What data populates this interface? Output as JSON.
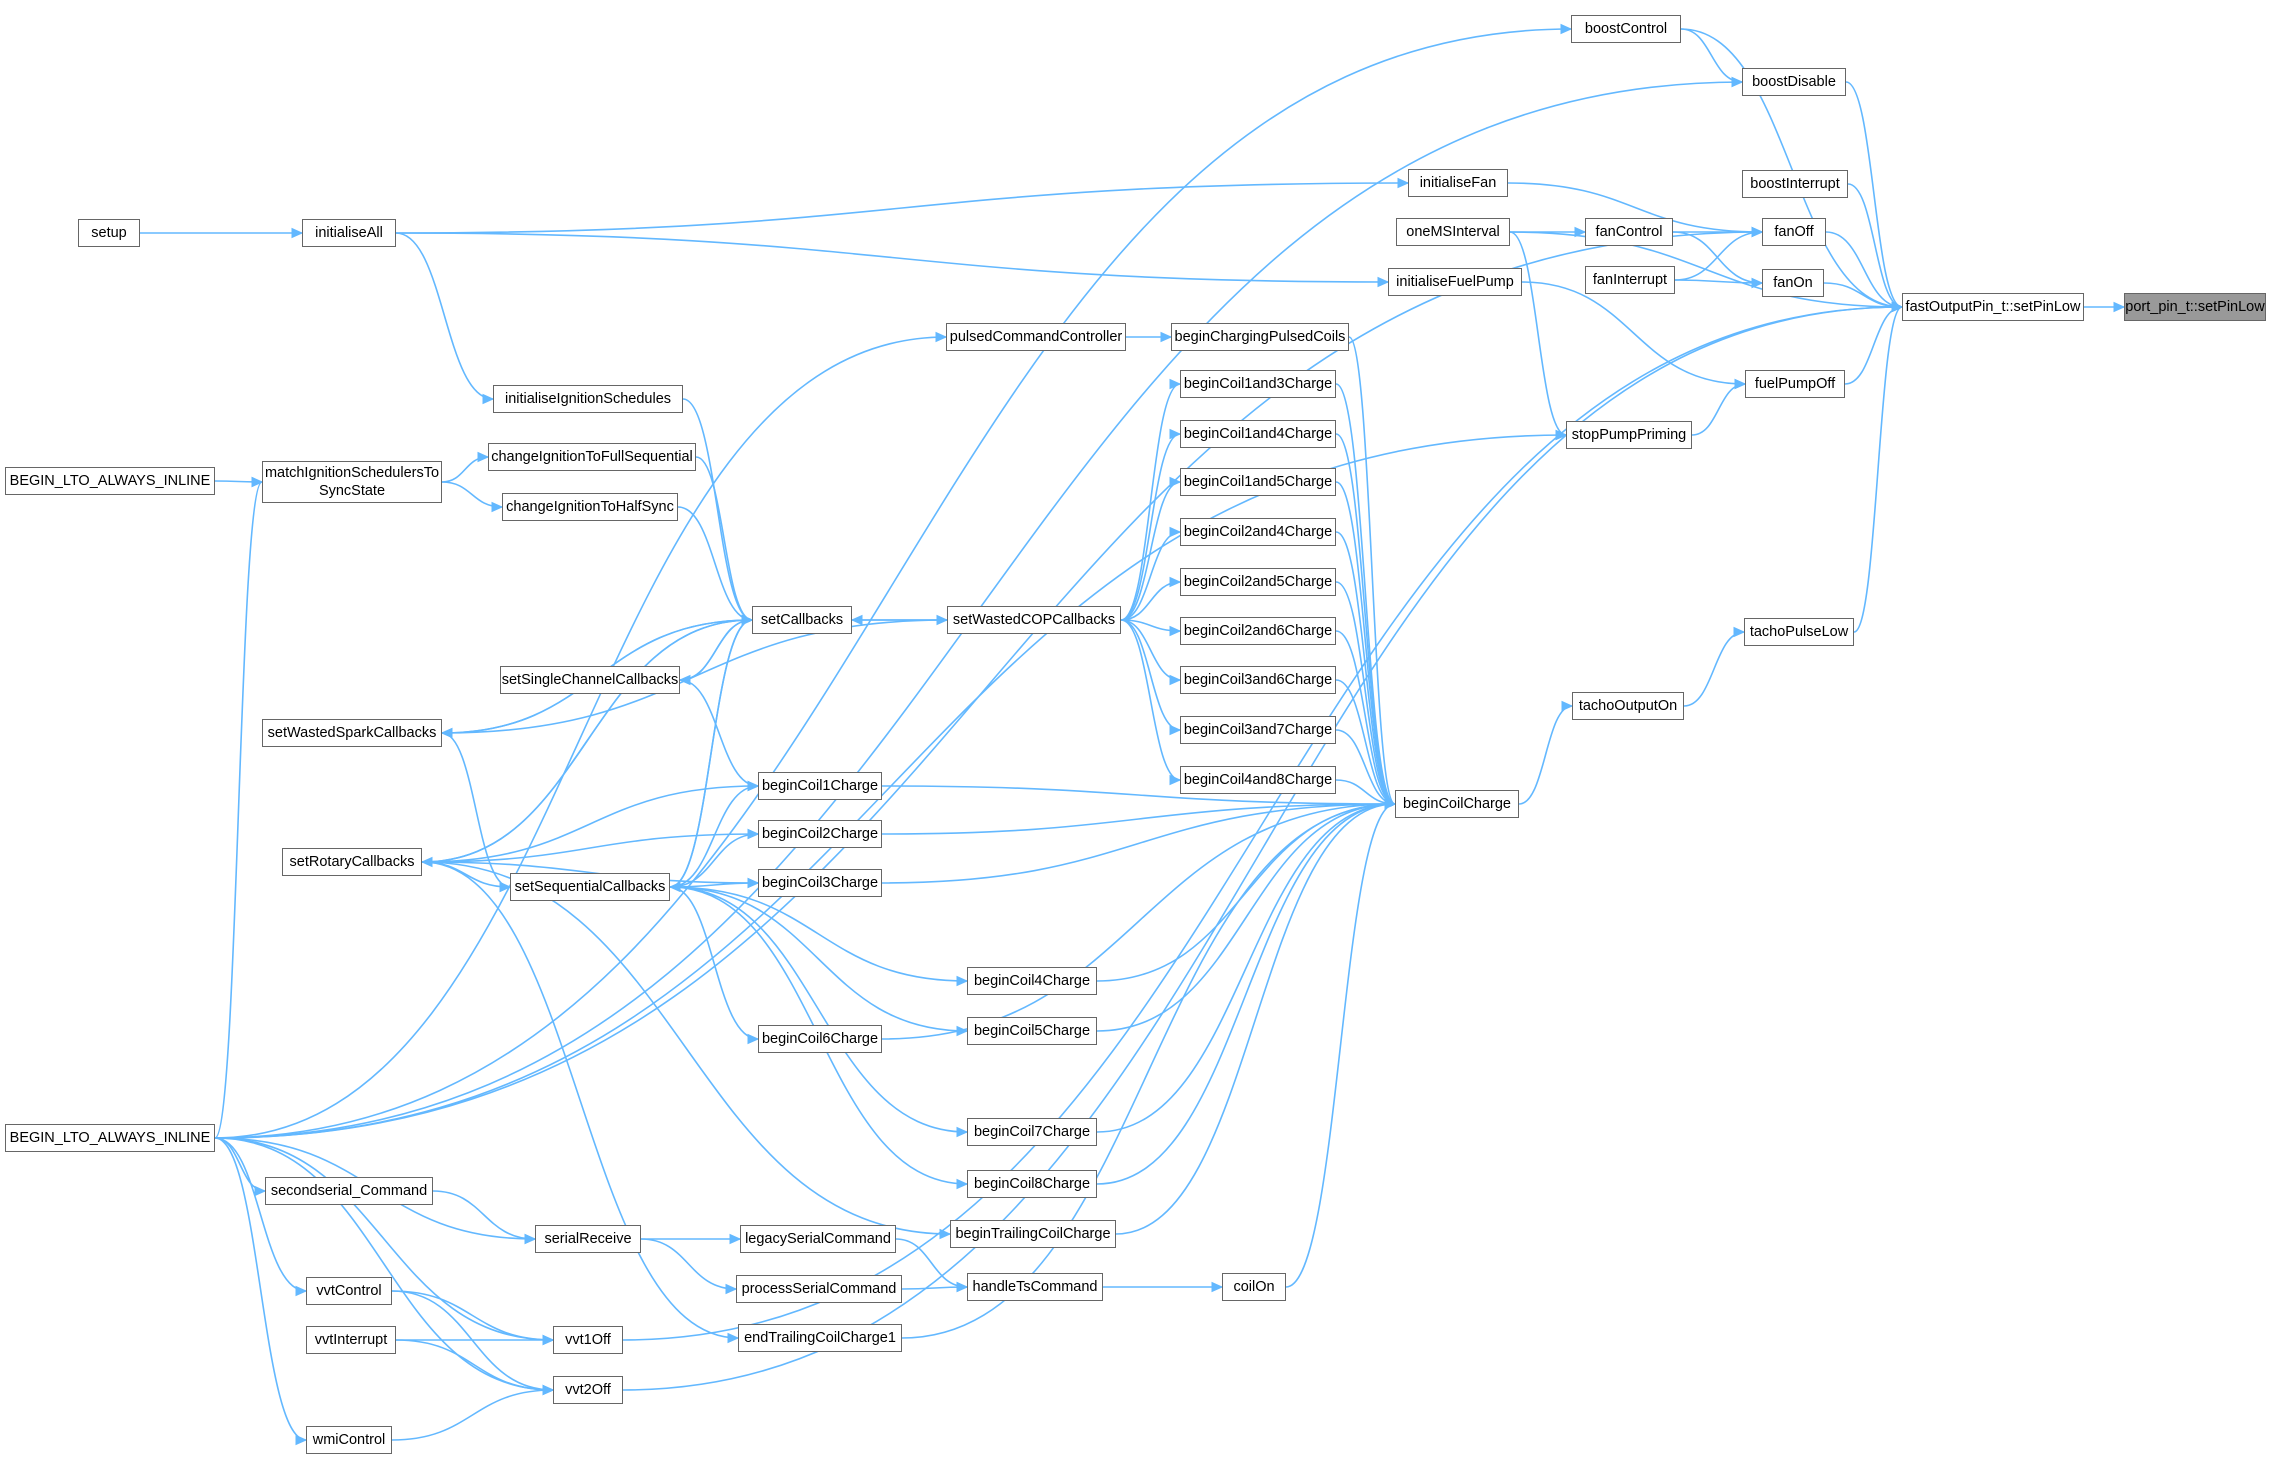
{
  "graph": {
    "type": "caller-graph",
    "target": "port_pin_t::setPinLow",
    "colors": {
      "edge": "#63b8ff",
      "node_border": "#666666",
      "node_fill": "#ffffff",
      "highlight_fill": "#999999"
    },
    "nodes": {
      "setPinLow": "port_pin_t::setPinLow",
      "fastSetPinLow": "fastOutputPin_t::setPinLow",
      "boostControl": "boostControl",
      "boostDisable": "boostDisable",
      "boostInterrupt": "boostInterrupt",
      "fanOff": "fanOff",
      "fanOn": "fanOn",
      "fuelPumpOff": "fuelPumpOff",
      "tachoPulseLow": "tachoPulseLow",
      "initialiseFan": "initialiseFan",
      "oneMSInterval": "oneMSInterval",
      "fanControl": "fanControl",
      "fanInterrupt": "fanInterrupt",
      "initialiseFuelPump": "initialiseFuelPump",
      "stopPumpPriming": "stopPumpPriming",
      "tachoOutputOn": "tachoOutputOn",
      "beginCoilCharge": "beginCoilCharge",
      "setup": "setup",
      "initialiseAll": "initialiseAll",
      "pulsedCommandController": "pulsedCommandController",
      "beginChargingPulsedCoils": "beginChargingPulsedCoils",
      "initialiseIgnitionSchedules": "initialiseIgnitionSchedules",
      "changeIgnitionToFullSequential": "changeIgnitionToFullSequential",
      "changeIgnitionToHalfSync": "changeIgnitionToHalfSync",
      "matchIgnitionSchedulersToSyncState": "matchIgnitionSchedulersTo\nSyncState",
      "ltoInline1": "BEGIN_LTO_ALWAYS_INLINE",
      "ltoInline2": "BEGIN_LTO_ALWAYS_INLINE",
      "setCallbacks": "setCallbacks",
      "setWastedCOPCallbacks": "setWastedCOPCallbacks",
      "setSingleChannelCallbacks": "setSingleChannelCallbacks",
      "setWastedSparkCallbacks": "setWastedSparkCallbacks",
      "setRotaryCallbacks": "setRotaryCallbacks",
      "setSequentialCallbacks": "setSequentialCallbacks",
      "beginCoil1and3Charge": "beginCoil1and3Charge",
      "beginCoil1and4Charge": "beginCoil1and4Charge",
      "beginCoil1and5Charge": "beginCoil1and5Charge",
      "beginCoil2and4Charge": "beginCoil2and4Charge",
      "beginCoil2and5Charge": "beginCoil2and5Charge",
      "beginCoil2and6Charge": "beginCoil2and6Charge",
      "beginCoil3and6Charge": "beginCoil3and6Charge",
      "beginCoil3and7Charge": "beginCoil3and7Charge",
      "beginCoil4and8Charge": "beginCoil4and8Charge",
      "beginCoil1Charge": "beginCoil1Charge",
      "beginCoil2Charge": "beginCoil2Charge",
      "beginCoil3Charge": "beginCoil3Charge",
      "beginCoil4Charge": "beginCoil4Charge",
      "beginCoil5Charge": "beginCoil5Charge",
      "beginCoil6Charge": "beginCoil6Charge",
      "beginCoil7Charge": "beginCoil7Charge",
      "beginCoil8Charge": "beginCoil8Charge",
      "beginTrailingCoilCharge": "beginTrailingCoilCharge",
      "coilOn": "coilOn",
      "handleTsCommand": "handleTsCommand",
      "legacySerialCommand": "legacySerialCommand",
      "processSerialCommand": "processSerialCommand",
      "serialReceive": "serialReceive",
      "secondserialCommand": "secondserial_Command",
      "endTrailingCoilCharge1": "endTrailingCoilCharge1",
      "vvtControl": "vvtControl",
      "vvtInterrupt": "vvtInterrupt",
      "vvt1Off": "vvt1Off",
      "vvt2Off": "vvt2Off",
      "wmiControl": "wmiControl"
    },
    "edges": [
      [
        "fastSetPinLow",
        "setPinLow"
      ],
      [
        "boostControl",
        "fastSetPinLow"
      ],
      [
        "boostDisable",
        "fastSetPinLow"
      ],
      [
        "boostInterrupt",
        "fastSetPinLow"
      ],
      [
        "fanOff",
        "fastSetPinLow"
      ],
      [
        "fanOn",
        "fastSetPinLow"
      ],
      [
        "fuelPumpOff",
        "fastSetPinLow"
      ],
      [
        "tachoPulseLow",
        "fastSetPinLow"
      ],
      [
        "oneMSInterval",
        "fastSetPinLow"
      ],
      [
        "vvt1Off",
        "fastSetPinLow"
      ],
      [
        "vvt2Off",
        "fastSetPinLow"
      ],
      [
        "boostControl",
        "boostDisable"
      ],
      [
        "ltoInline2",
        "boostControl"
      ],
      [
        "ltoInline2",
        "boostDisable"
      ],
      [
        "ltoInline2",
        "fanOff"
      ],
      [
        "initialiseFan",
        "fanOff"
      ],
      [
        "fanControl",
        "fanOff"
      ],
      [
        "fanInterrupt",
        "fanOff"
      ],
      [
        "fanControl",
        "fanOn"
      ],
      [
        "fanInterrupt",
        "fanOn"
      ],
      [
        "oneMSInterval",
        "fanControl"
      ],
      [
        "initialiseAll",
        "initialiseFan"
      ],
      [
        "initialiseAll",
        "initialiseFuelPump"
      ],
      [
        "setup",
        "initialiseAll"
      ],
      [
        "initialiseFuelPump",
        "fuelPumpOff"
      ],
      [
        "stopPumpPriming",
        "fuelPumpOff"
      ],
      [
        "oneMSInterval",
        "stopPumpPriming"
      ],
      [
        "ltoInline2",
        "stopPumpPriming"
      ],
      [
        "tachoOutputOn",
        "tachoPulseLow"
      ],
      [
        "beginCoilCharge",
        "tachoOutputOn"
      ],
      [
        "ltoInline2",
        "pulsedCommandController"
      ],
      [
        "pulsedCommandController",
        "beginChargingPulsedCoils"
      ],
      [
        "beginChargingPulsedCoils",
        "beginCoilCharge"
      ],
      [
        "initialiseAll",
        "initialiseIgnitionSchedules"
      ],
      [
        "initialiseIgnitionSchedules",
        "setCallbacks"
      ],
      [
        "changeIgnitionToFullSequential",
        "setCallbacks"
      ],
      [
        "changeIgnitionToHalfSync",
        "setCallbacks"
      ],
      [
        "matchIgnitionSchedulersToSyncState",
        "changeIgnitionToFullSequential"
      ],
      [
        "matchIgnitionSchedulersToSyncState",
        "changeIgnitionToHalfSync"
      ],
      [
        "ltoInline1",
        "matchIgnitionSchedulersToSyncState"
      ],
      [
        "ltoInline2",
        "matchIgnitionSchedulersToSyncState"
      ],
      [
        "setCallbacks",
        "setWastedCOPCallbacks"
      ],
      [
        "setWastedCOPCallbacks",
        "setCallbacks"
      ],
      [
        "setCallbacks",
        "setSingleChannelCallbacks"
      ],
      [
        "setSingleChannelCallbacks",
        "setCallbacks"
      ],
      [
        "setWastedSparkCallbacks",
        "setCallbacks"
      ],
      [
        "setRotaryCallbacks",
        "setCallbacks"
      ],
      [
        "setSequentialCallbacks",
        "setCallbacks"
      ],
      [
        "setCallbacks",
        "setWastedSparkCallbacks"
      ],
      [
        "setCallbacks",
        "setRotaryCallbacks"
      ],
      [
        "setCallbacks",
        "setSequentialCallbacks"
      ],
      [
        "setWastedCOPCallbacks",
        "setWastedSparkCallbacks"
      ],
      [
        "setWastedCOPCallbacks",
        "beginCoil1and3Charge"
      ],
      [
        "setWastedCOPCallbacks",
        "beginCoil1and4Charge"
      ],
      [
        "setWastedCOPCallbacks",
        "beginCoil1and5Charge"
      ],
      [
        "setWastedCOPCallbacks",
        "beginCoil2and4Charge"
      ],
      [
        "setWastedCOPCallbacks",
        "beginCoil2and5Charge"
      ],
      [
        "setWastedCOPCallbacks",
        "beginCoil2and6Charge"
      ],
      [
        "setWastedCOPCallbacks",
        "beginCoil3and6Charge"
      ],
      [
        "setWastedCOPCallbacks",
        "beginCoil3and7Charge"
      ],
      [
        "setWastedCOPCallbacks",
        "beginCoil4and8Charge"
      ],
      [
        "beginCoil1and3Charge",
        "beginCoilCharge"
      ],
      [
        "beginCoil1and4Charge",
        "beginCoilCharge"
      ],
      [
        "beginCoil1and5Charge",
        "beginCoilCharge"
      ],
      [
        "beginCoil2and4Charge",
        "beginCoilCharge"
      ],
      [
        "beginCoil2and5Charge",
        "beginCoilCharge"
      ],
      [
        "beginCoil2and6Charge",
        "beginCoilCharge"
      ],
      [
        "beginCoil3and6Charge",
        "beginCoilCharge"
      ],
      [
        "beginCoil3and7Charge",
        "beginCoilCharge"
      ],
      [
        "beginCoil4and8Charge",
        "beginCoilCharge"
      ],
      [
        "beginCoil1Charge",
        "beginCoilCharge"
      ],
      [
        "beginCoil2Charge",
        "beginCoilCharge"
      ],
      [
        "beginCoil3Charge",
        "beginCoilCharge"
      ],
      [
        "beginCoil4Charge",
        "beginCoilCharge"
      ],
      [
        "beginCoil5Charge",
        "beginCoilCharge"
      ],
      [
        "beginCoil6Charge",
        "beginCoilCharge"
      ],
      [
        "beginCoil7Charge",
        "beginCoilCharge"
      ],
      [
        "beginCoil8Charge",
        "beginCoilCharge"
      ],
      [
        "beginTrailingCoilCharge",
        "beginCoilCharge"
      ],
      [
        "coilOn",
        "beginCoilCharge"
      ],
      [
        "endTrailingCoilCharge1",
        "beginCoilCharge"
      ],
      [
        "setSingleChannelCallbacks",
        "beginCoil1Charge"
      ],
      [
        "setRotaryCallbacks",
        "beginCoil1Charge"
      ],
      [
        "setRotaryCallbacks",
        "beginCoil2Charge"
      ],
      [
        "setRotaryCallbacks",
        "beginCoil3Charge"
      ],
      [
        "setRotaryCallbacks",
        "beginTrailingCoilCharge"
      ],
      [
        "setRotaryCallbacks",
        "endTrailingCoilCharge1"
      ],
      [
        "setRotaryCallbacks",
        "setSequentialCallbacks"
      ],
      [
        "setWastedSparkCallbacks",
        "setSequentialCallbacks"
      ],
      [
        "setSequentialCallbacks",
        "beginCoil1Charge"
      ],
      [
        "setSequentialCallbacks",
        "beginCoil2Charge"
      ],
      [
        "setSequentialCallbacks",
        "beginCoil3Charge"
      ],
      [
        "setSequentialCallbacks",
        "beginCoil4Charge"
      ],
      [
        "setSequentialCallbacks",
        "beginCoil5Charge"
      ],
      [
        "setSequentialCallbacks",
        "beginCoil6Charge"
      ],
      [
        "setSequentialCallbacks",
        "beginCoil7Charge"
      ],
      [
        "setSequentialCallbacks",
        "beginCoil8Charge"
      ],
      [
        "handleTsCommand",
        "coilOn"
      ],
      [
        "legacySerialCommand",
        "handleTsCommand"
      ],
      [
        "processSerialCommand",
        "handleTsCommand"
      ],
      [
        "serialReceive",
        "legacySerialCommand"
      ],
      [
        "serialReceive",
        "processSerialCommand"
      ],
      [
        "ltoInline2",
        "serialReceive"
      ],
      [
        "secondserialCommand",
        "serialReceive"
      ],
      [
        "ltoInline2",
        "secondserialCommand"
      ],
      [
        "vvtControl",
        "vvt1Off"
      ],
      [
        "vvtControl",
        "vvt2Off"
      ],
      [
        "vvtInterrupt",
        "vvt1Off"
      ],
      [
        "vvtInterrupt",
        "vvt2Off"
      ],
      [
        "ltoInline2",
        "vvtControl"
      ],
      [
        "ltoInline2",
        "vvt1Off"
      ],
      [
        "ltoInline2",
        "vvt2Off"
      ],
      [
        "ltoInline2",
        "wmiControl"
      ],
      [
        "wmiControl",
        "vvt2Off"
      ]
    ]
  }
}
